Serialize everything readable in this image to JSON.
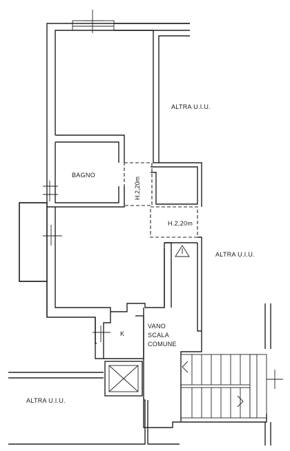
{
  "labels": {
    "altra_uiu_right_top": "ALTRA U.I.U.",
    "altra_uiu_right_mid": "ALTRA U.I.U.",
    "altra_uiu_left_bottom": "ALTRA U.I.U.",
    "bagno": "BAGNO",
    "height_vertical": "H.2,20m",
    "height_horizontal": "H.2,20m",
    "k": "K",
    "vano_scala_line1": "VANO",
    "vano_scala_line2": "SCALA",
    "vano_scala_line3": "COMUNE"
  }
}
